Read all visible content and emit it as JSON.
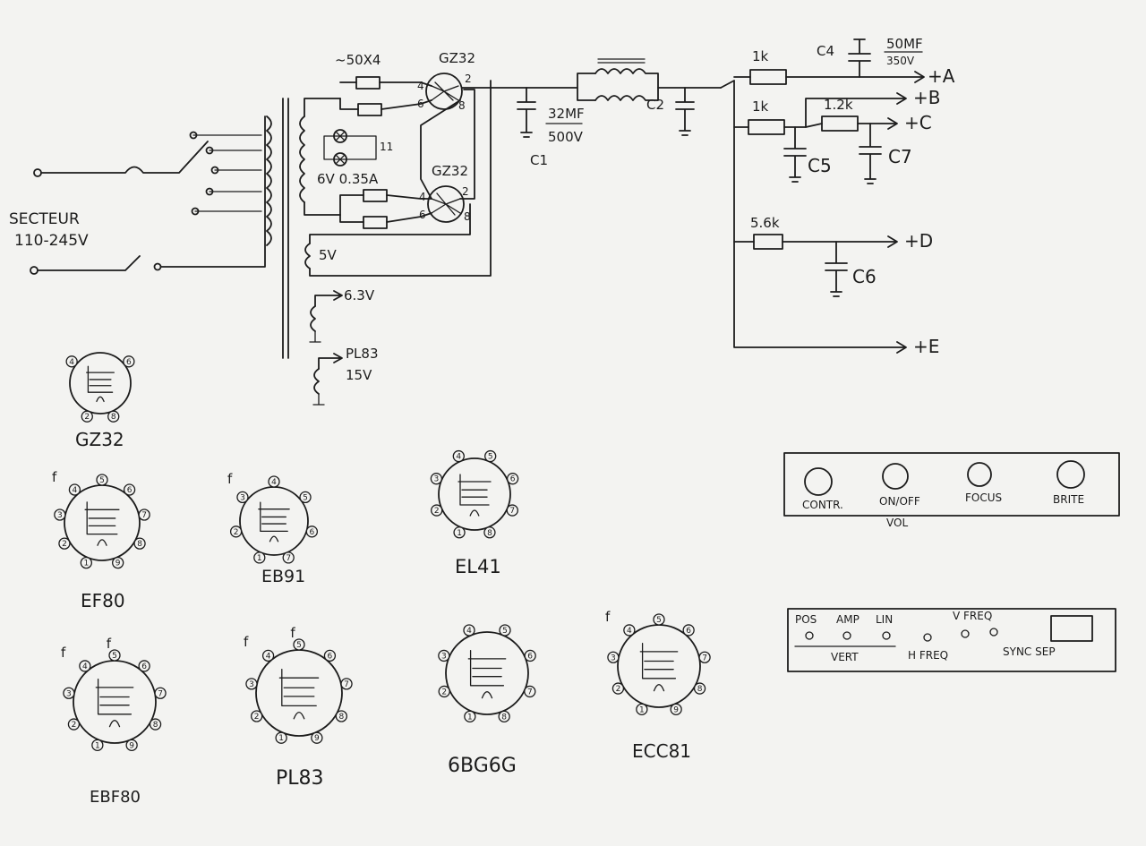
{
  "power_supply": {
    "mains_label_line1": "SECTEUR",
    "mains_label_line2": "110-245V",
    "resistor_array_label": "~50X4",
    "rectifier_top_label": "GZ32",
    "rectifier_bottom_label": "GZ32",
    "pin_4": "4",
    "pin_6": "6",
    "pin_2": "2",
    "pin_8": "8",
    "pilot_lamp_label": "6V 0.35A",
    "lamp_mark": "11",
    "winding_5v": "5V",
    "winding_6v3": "6.3V",
    "winding_15v_tube": "PL83",
    "winding_15v": "15V",
    "c1_value_line1": "32MF",
    "c1_value_line2": "500V",
    "c1_label": "C1",
    "c2_label": "C2",
    "c4_label": "C4",
    "c4_value_line1": "50MF",
    "c4_value_line2": "350V",
    "c5_label": "C5",
    "c6_label": "C6",
    "c7_label": "C7",
    "r_a": "1k",
    "r_b": "1k",
    "r_c": "1.2k",
    "r_d": "5.6k",
    "out_a": "+A",
    "out_b": "+B",
    "out_c": "+C",
    "out_d": "+D",
    "out_e": "+E"
  },
  "tube_bases": [
    {
      "name": "GZ32",
      "pins": [
        "2",
        "4",
        "6",
        "8"
      ]
    },
    {
      "name": "EF80",
      "pins": [
        "1",
        "2",
        "3",
        "4",
        "5",
        "6",
        "7",
        "8",
        "9"
      ],
      "filament": "f"
    },
    {
      "name": "EB91",
      "pins": [
        "1",
        "2",
        "3",
        "4",
        "5",
        "6",
        "7"
      ],
      "filament": "f"
    },
    {
      "name": "EL41",
      "pins": [
        "1",
        "2",
        "3",
        "4",
        "5",
        "6",
        "7",
        "8"
      ]
    },
    {
      "name": "EBF80",
      "pins": [
        "1",
        "2",
        "3",
        "4",
        "5",
        "6",
        "7",
        "8",
        "9"
      ],
      "filament": "f",
      "filament2": "f"
    },
    {
      "name": "PL83",
      "pins": [
        "1",
        "2",
        "3",
        "4",
        "5",
        "6",
        "7",
        "8",
        "9"
      ],
      "filament": "f",
      "filament2": "f"
    },
    {
      "name": "6BG6G",
      "pins": [
        "1",
        "2",
        "3",
        "4",
        "5",
        "6",
        "7",
        "8"
      ]
    },
    {
      "name": "ECC81",
      "pins": [
        "1",
        "2",
        "3",
        "4",
        "5",
        "6",
        "7",
        "8",
        "9"
      ],
      "filament": "f"
    }
  ],
  "front_panel": {
    "knobs": [
      "CONTR.",
      "ON/OFF",
      "FOCUS",
      "BRITE"
    ],
    "sub_label": "VOL"
  },
  "rear_panel": {
    "labels": [
      "POS",
      "AMP",
      "LIN",
      "V FREQ",
      "H FREQ",
      "SYNC SEP"
    ],
    "group_label": "VERT"
  }
}
